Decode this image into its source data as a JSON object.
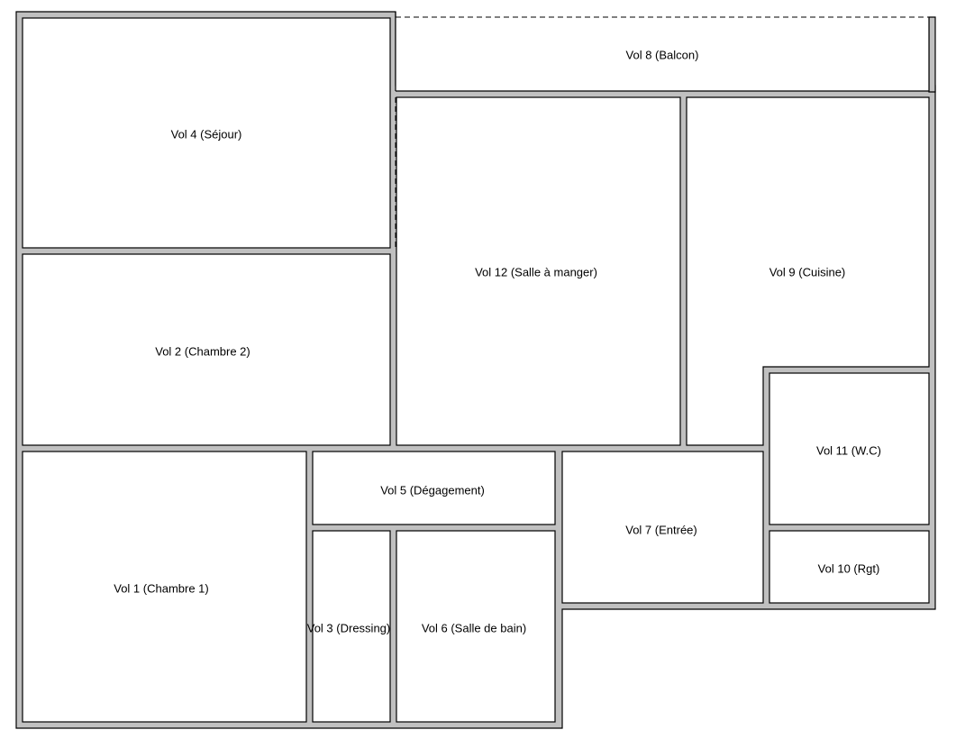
{
  "rooms": {
    "vol1": "Vol 1 (Chambre 1)",
    "vol2": "Vol 2 (Chambre 2)",
    "vol3": "Vol 3 (Dressing)",
    "vol4": "Vol 4 (Séjour)",
    "vol5": "Vol 5 (Dégagement)",
    "vol6": "Vol 6 (Salle de bain)",
    "vol7": "Vol 7 (Entrée)",
    "vol8": "Vol 8 (Balcon)",
    "vol9": "Vol 9 (Cuisine)",
    "vol10": "Vol 10 (Rgt)",
    "vol11": "Vol 11 (W.C)",
    "vol12": "Vol 12 (Salle à manger)"
  },
  "colors": {
    "wall": "#c0c0c0",
    "room": "#ffffff",
    "line": "#000000"
  }
}
